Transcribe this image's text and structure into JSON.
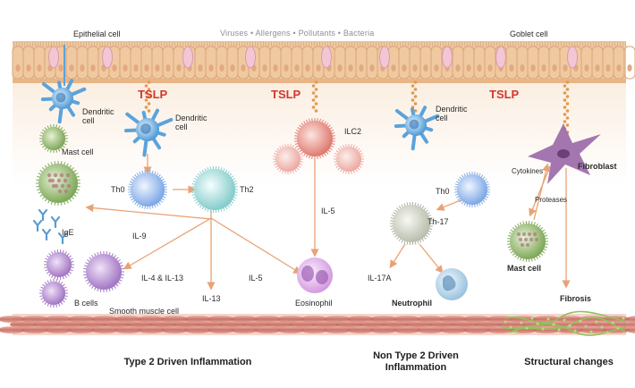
{
  "irritants": "Viruses  •  Allergens  •  Pollutants  •  Bacteria",
  "labels": {
    "epithelial_cell": "Epithelial cell",
    "goblet_cell": "Goblet cell",
    "tslp_1": "TSLP",
    "tslp_2": "TSLP",
    "tslp_3": "TSLP",
    "dendritic_1": "Dendritic\ncell",
    "dendritic_2": "Dendritic\ncell",
    "dendritic_3": "Dendritic\ncell",
    "mast_cell_1": "Mast cell",
    "mast_cell_2": "Mast cell",
    "ige": "IgE",
    "b_cells": "B cells",
    "th0_1": "Th0",
    "th0_2": "Th0",
    "th2": "Th2",
    "th17": "Th-17",
    "ilc2": "ILC2",
    "il5_ilc2": "IL-5",
    "il9": "IL-9",
    "il4_il13": "IL-4 & IL-13",
    "il13": "IL-13",
    "il5_th2": "IL-5",
    "il17a": "IL-17A",
    "eosinophil": "Eosinophil",
    "neutrophil": "Neutrophil",
    "smooth_muscle_cell": "Smooth muscle cell",
    "cytokines": "Cytokines",
    "proteases": "Proteases",
    "fibroblast": "Fibroblast",
    "fibrosis": "Fibrosis"
  },
  "captions": {
    "type2": "Type 2 Driven Inflammation",
    "non_type2": "Non Type 2 Driven\nInflammation",
    "structural": "Structural changes"
  },
  "colors": {
    "epithelium": "#f0c9a0",
    "cell_border": "#d9a57b",
    "goblet": "#f3c6d3",
    "tslp": "#d2382c",
    "arrow": "#e8a274",
    "dendritic": "#6fb3e6",
    "th0": "#8ab8f0",
    "th2": "#9fdcdc",
    "ilc2": "#e88d84",
    "mast": "#8fb86a",
    "b_cell": "#b58ad0",
    "eosinophil": "#cf8fd9",
    "neutrophil": "#a9cde8",
    "fibroblast": "#9c6aa8",
    "muscle": "#c96b63"
  }
}
